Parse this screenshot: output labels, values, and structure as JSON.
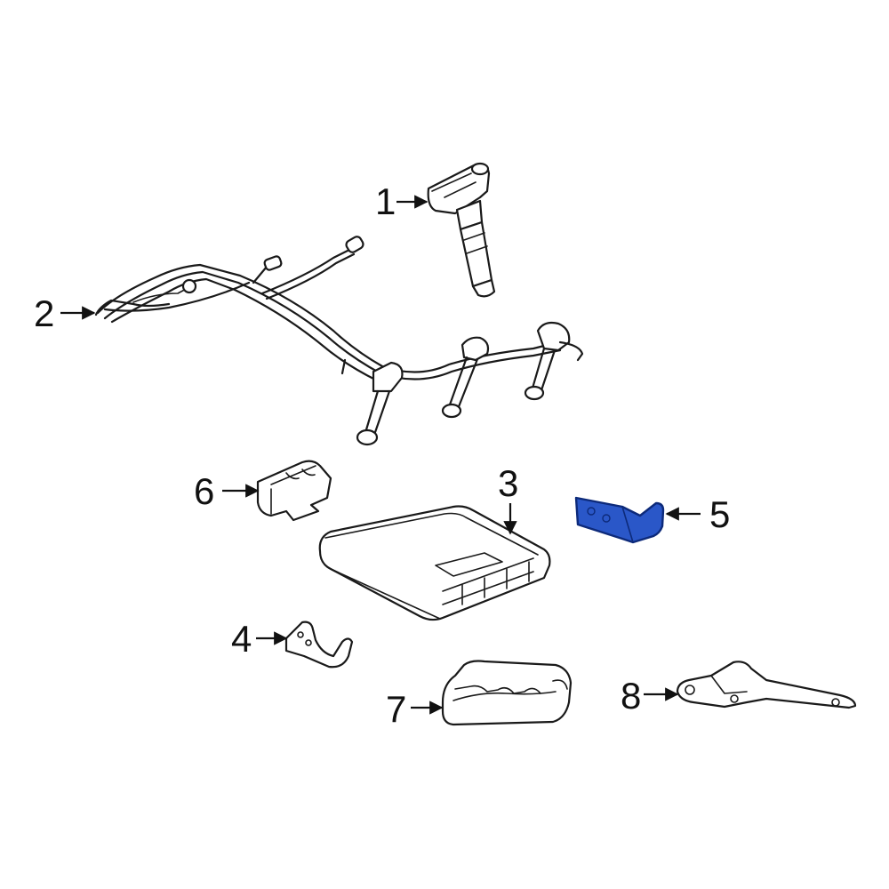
{
  "colors": {
    "background": "#ffffff",
    "outline": "#1a1a1a",
    "highlight_fill": "#2a57c8",
    "highlight_stroke": "#0d2a7a"
  },
  "highlighted_part": "5",
  "callouts": [
    {
      "id": "1",
      "label": "1"
    },
    {
      "id": "2",
      "label": "2"
    },
    {
      "id": "3",
      "label": "3"
    },
    {
      "id": "4",
      "label": "4"
    },
    {
      "id": "5",
      "label": "5"
    },
    {
      "id": "6",
      "label": "6"
    },
    {
      "id": "7",
      "label": "7"
    },
    {
      "id": "8",
      "label": "8"
    }
  ]
}
